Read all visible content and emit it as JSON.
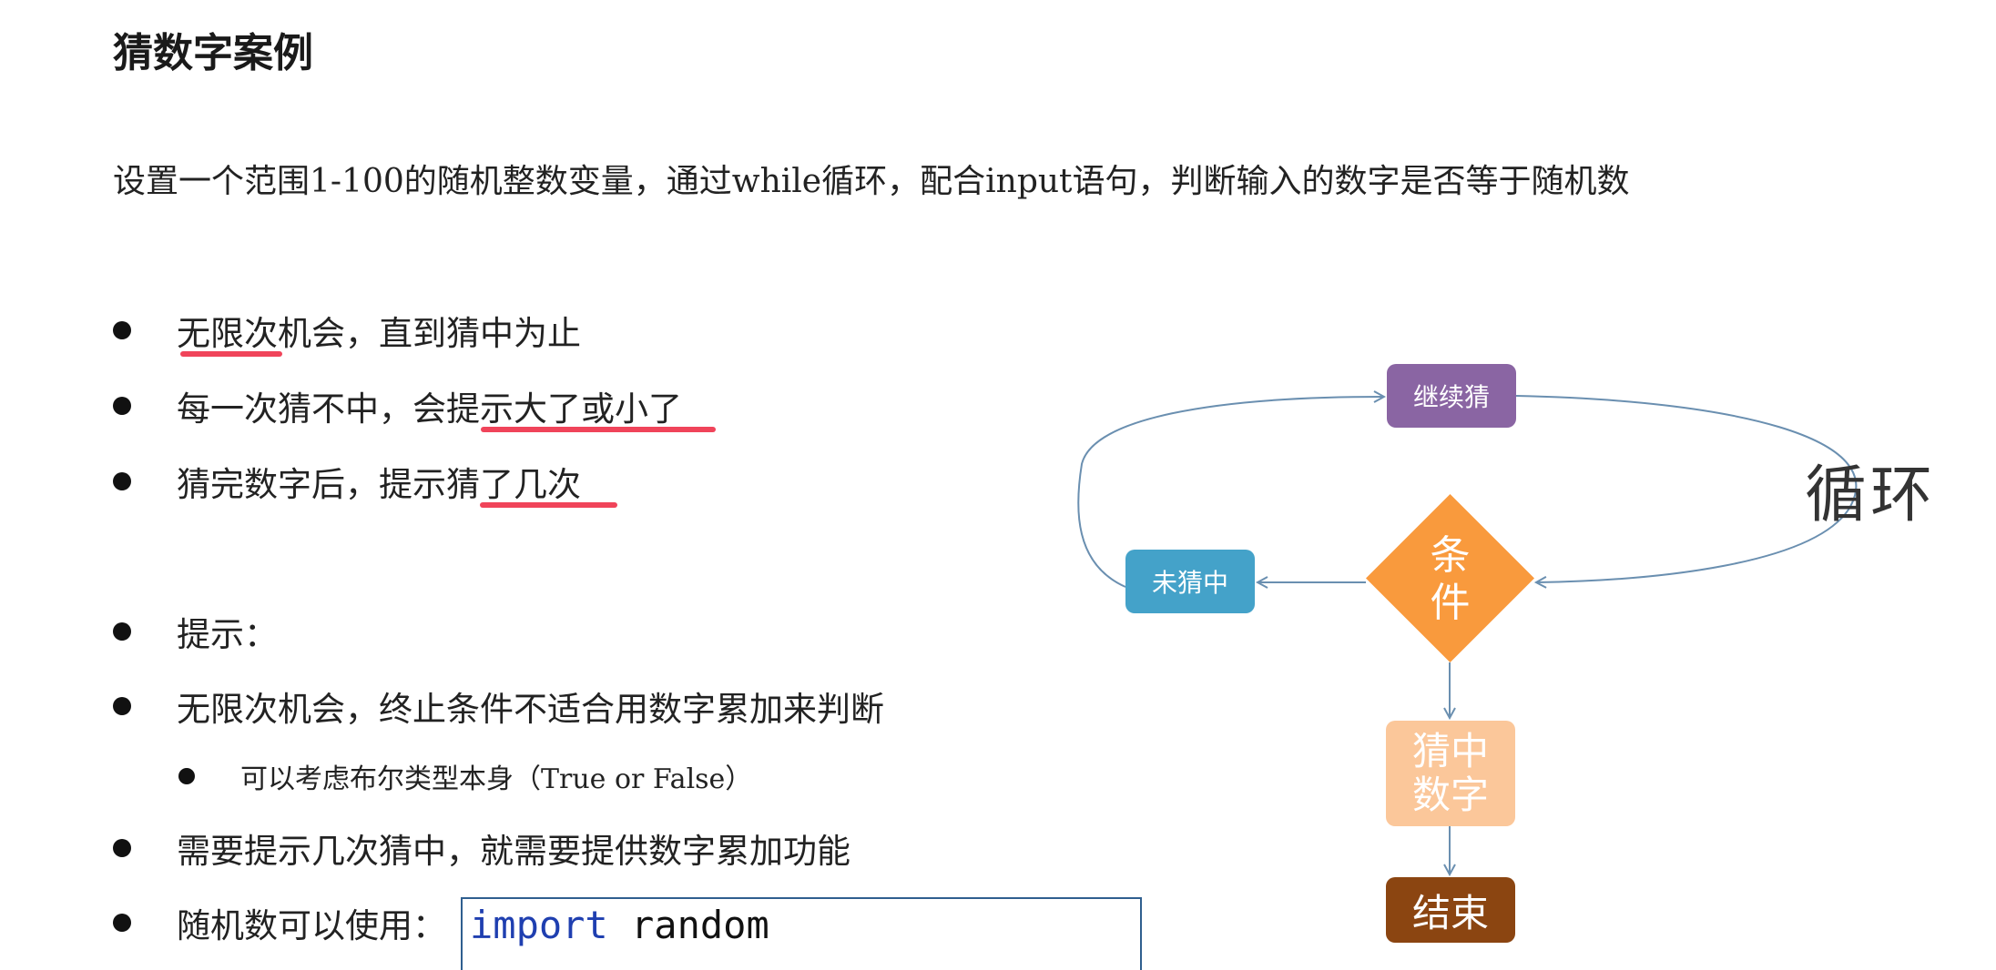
{
  "title": "猜数字案例",
  "description": "设置一个范围1-100的随机整数变量，通过while循环，配合input语句，判断输入的数字是否等于随机数",
  "bullets": [
    "无限次机会，直到猜中为止",
    "每一次猜不中，会提示大了或小了",
    "猜完数字后，提示猜了几次",
    "提示：",
    "无限次机会，终止条件不适合用数字累加来判断",
    "可以考虑布尔类型本身（True or False）",
    "需要提示几次猜中，就需要提供数字累加功能",
    "随机数可以使用："
  ],
  "code": {
    "keyword": "import",
    "module": "random"
  },
  "flowchart": {
    "continue": "继续猜",
    "miss": "未猜中",
    "condition_line1": "条",
    "condition_line2": "件",
    "hit_line1": "猜中",
    "hit_line2": "数字",
    "end": "结束",
    "loop": "循环"
  },
  "colors": {
    "continue": "#8a65a3",
    "miss": "#44a2c9",
    "condition": "#f99a3d",
    "hit": "#fbc79a",
    "end": "#8b4511",
    "underline": "#f0445a",
    "arrow": "#6a8fb0"
  }
}
